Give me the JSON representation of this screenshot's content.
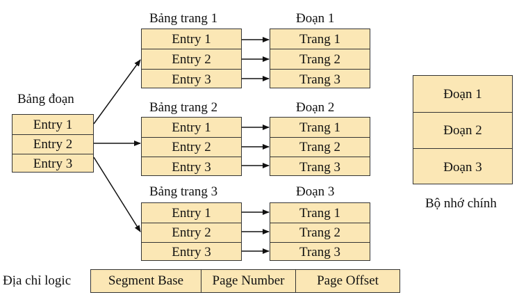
{
  "colors": {
    "cell_fill": "#fbe7b5",
    "border": "#333333"
  },
  "segment_table": {
    "title": "Bảng đoạn",
    "entries": [
      "Entry 1",
      "Entry 2",
      "Entry 3"
    ]
  },
  "page_tables": [
    {
      "title": "Bảng trang 1",
      "entries": [
        "Entry 1",
        "Entry 2",
        "Entry 3"
      ]
    },
    {
      "title": "Bảng trang 2",
      "entries": [
        "Entry 1",
        "Entry 2",
        "Entry 3"
      ]
    },
    {
      "title": "Bảng trang 3",
      "entries": [
        "Entry 1",
        "Entry 2",
        "Entry 3"
      ]
    }
  ],
  "segments": [
    {
      "title": "Đoạn 1",
      "pages": [
        "Trang 1",
        "Trang 2",
        "Trang 3"
      ]
    },
    {
      "title": "Đoạn 2",
      "pages": [
        "Trang 1",
        "Trang 2",
        "Trang 3"
      ]
    },
    {
      "title": "Đoạn 3",
      "pages": [
        "Trang 1",
        "Trang 2",
        "Trang 3"
      ]
    }
  ],
  "main_memory": {
    "title": "Bộ nhớ chính",
    "segments": [
      "Đoạn 1",
      "Đoạn 2",
      "Đoạn 3"
    ]
  },
  "logical_address": {
    "label": "Địa chỉ logic",
    "fields": [
      "Segment Base",
      "Page Number",
      "Page Offset"
    ]
  }
}
